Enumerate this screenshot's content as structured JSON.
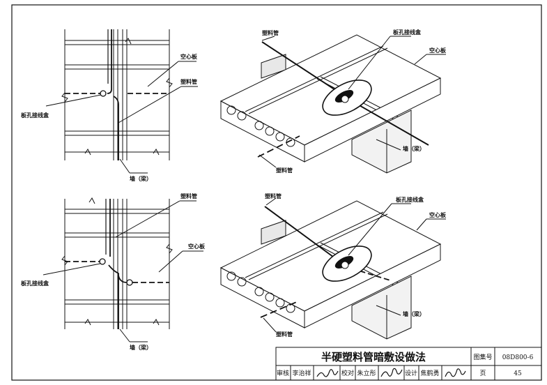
{
  "labels": {
    "plastic_pipe": "塑料管",
    "hollow_slab": "空心板",
    "junction_box": "板孔接线盒",
    "wall_beam": "墙（梁）"
  },
  "title_block": {
    "title": "半硬塑料管暗敷设做法",
    "atlas_label": "图集号",
    "atlas_no": "08D800-6",
    "page_label": "页",
    "page_no": "45",
    "row": [
      "审核",
      "李治祥",
      "",
      "校对",
      "朱立彤",
      "",
      "设计",
      "焦鹤勇",
      ""
    ]
  }
}
